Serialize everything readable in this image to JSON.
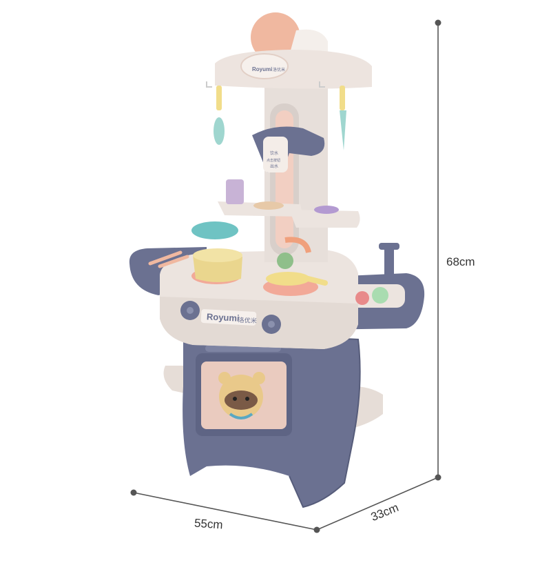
{
  "product": {
    "brand_front": "Royumi",
    "brand_front_cn": "洛优米",
    "brand_clock": "Royumi",
    "brand_clock_cn": "洛优米",
    "dispenser_text_1": "饮水",
    "dispenser_text_2": "点击按钮",
    "dispenser_text_3": "出水"
  },
  "dimensions": {
    "height": "68cm",
    "width": "55cm",
    "depth": "33cm"
  },
  "colors": {
    "body_gray": "#6b7191",
    "cream": "#ece4df",
    "peach": "#f0b8a0",
    "mint": "#9fd6cf",
    "yellow": "#f1dd8a",
    "dimension_line": "#555555"
  }
}
